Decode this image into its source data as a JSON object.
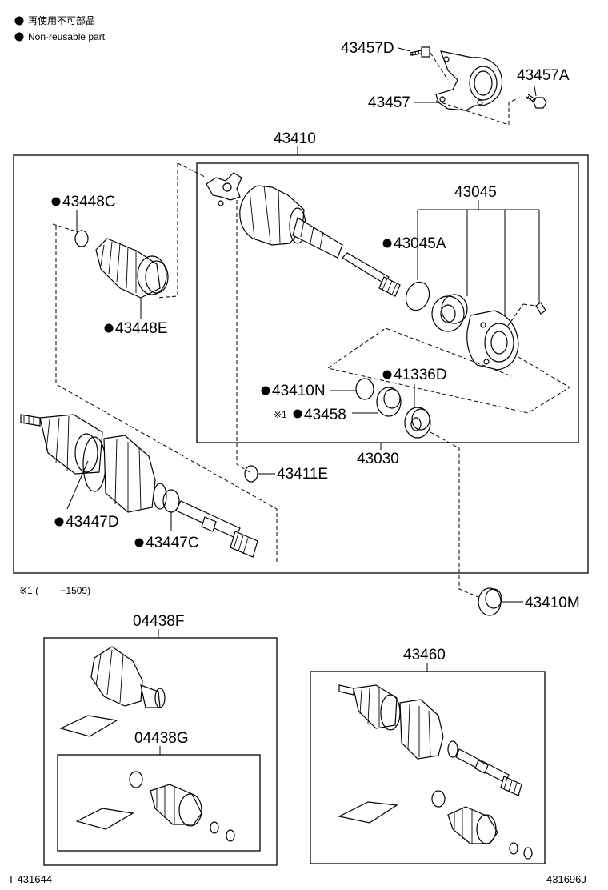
{
  "legend": {
    "title_ja": "再使用不可部品",
    "title_en": "Non‐reusable part"
  },
  "callouts": {
    "p43457D": "43457D",
    "p43457A": "43457A",
    "p43457": "43457",
    "p43410": "43410",
    "p43045": "43045",
    "p43448C": "43448C",
    "p43045A": "43045A",
    "p43448E": "43448E",
    "p41336D": "41336D",
    "p43410N": "43410N",
    "p43458": "43458",
    "p43030": "43030",
    "p43411E": "43411E",
    "p43447D": "43447D",
    "p43447C": "43447C",
    "p43410M": "43410M",
    "p04438F": "04438F",
    "p04438G": "04438G",
    "p43460": "43460"
  },
  "notes": {
    "note_mark": "※1",
    "footnote": "※1 (　　 −1509)"
  },
  "corner": {
    "left_code": "T-431644",
    "right_code": "431696J"
  },
  "colors": {
    "ink": "#000000",
    "paper": "#ffffff"
  }
}
